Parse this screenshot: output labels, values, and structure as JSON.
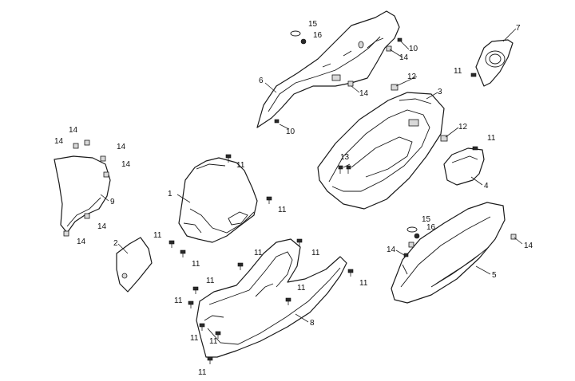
{
  "callouts": {
    "c1": "1",
    "c2": "2",
    "c3": "3",
    "c4": "4",
    "c5": "5",
    "c6": "6",
    "c7": "7",
    "c8": "8",
    "c9": "9",
    "c10": "10",
    "c12": "12",
    "c13": "13",
    "c14": "14",
    "c15": "15",
    "c16": "16",
    "c11": "11"
  },
  "icons": {
    "screw": "screw-icon",
    "clip": "clip-icon",
    "washer": "washer-icon"
  },
  "colors": {
    "line": "#1a1a1a",
    "background": "#ffffff"
  }
}
